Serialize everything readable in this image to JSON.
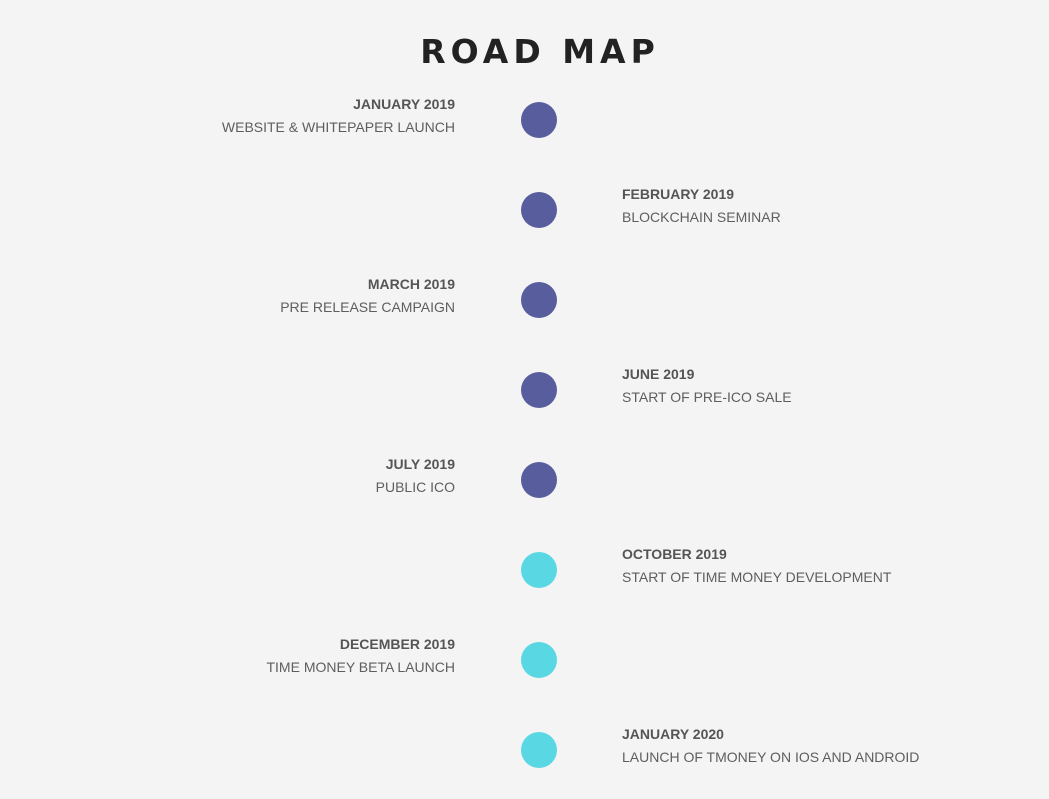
{
  "title": "ROAD MAP",
  "colors": {
    "past": "#585d9e",
    "upcoming": "#59d8e3",
    "background": "#f4f4f4"
  },
  "milestones": [
    {
      "date": "JANUARY 2019",
      "description": "WEBSITE & WHITEPAPER LAUNCH",
      "side": "left",
      "status": "past"
    },
    {
      "date": "FEBRUARY 2019",
      "description": "BLOCKCHAIN SEMINAR",
      "side": "right",
      "status": "past"
    },
    {
      "date": "MARCH 2019",
      "description": "PRE RELEASE CAMPAIGN",
      "side": "left",
      "status": "past"
    },
    {
      "date": "JUNE 2019",
      "description": "START OF PRE-ICO SALE",
      "side": "right",
      "status": "past"
    },
    {
      "date": "JULY 2019",
      "description": "PUBLIC ICO",
      "side": "left",
      "status": "past"
    },
    {
      "date": "OCTOBER 2019",
      "description": "START OF TIME MONEY DEVELOPMENT",
      "side": "right",
      "status": "upcoming"
    },
    {
      "date": "DECEMBER 2019",
      "description": "TIME MONEY BETA LAUNCH",
      "side": "left",
      "status": "upcoming"
    },
    {
      "date": "JANUARY 2020",
      "description": "LAUNCH OF TMONEY ON IOS AND ANDROID",
      "side": "right",
      "status": "upcoming"
    }
  ]
}
